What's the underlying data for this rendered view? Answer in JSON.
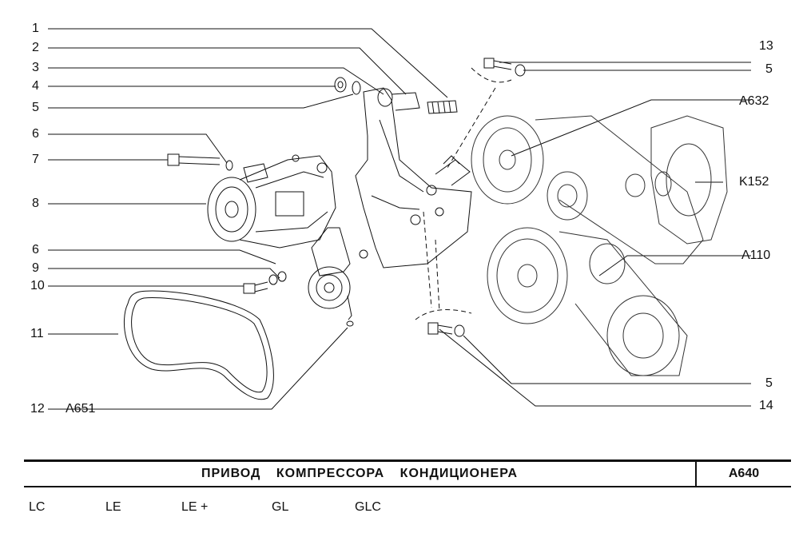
{
  "callouts": {
    "n1": "1",
    "n2": "2",
    "n3": "3",
    "n4": "4",
    "n5a": "5",
    "n6a": "6",
    "n7": "7",
    "n8": "8",
    "n6b": "6",
    "n9": "9",
    "n10": "10",
    "n11": "11",
    "n12": "12",
    "a651": "A651",
    "n13": "13",
    "n5b": "5",
    "a632": "A632",
    "k152": "K152",
    "a110": "A110",
    "n5c": "5",
    "n14": "14"
  },
  "title_block": {
    "title": "ПРИВОД   КОМПРЕССОРА   КОНДИЦИОНЕРА",
    "code": "A640"
  },
  "trims": [
    "LC",
    "LE",
    "LE +",
    "GL",
    "GLC"
  ]
}
